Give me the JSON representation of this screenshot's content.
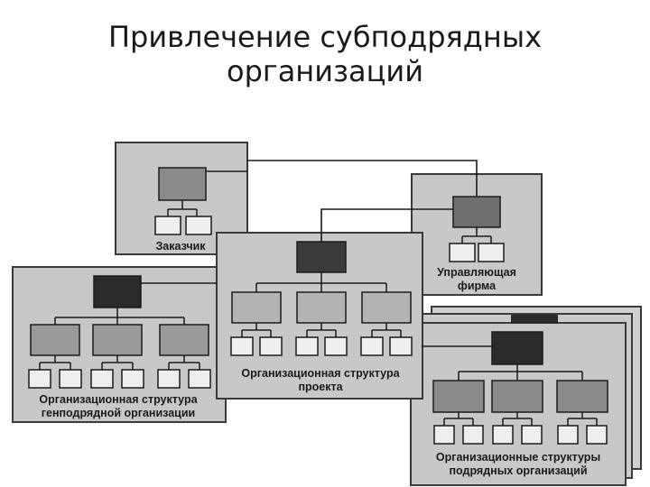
{
  "slide": {
    "title_line1": "Привлечение субподрядных",
    "title_line2": "организаций"
  },
  "diagram": {
    "customer": {
      "label": "Заказчик"
    },
    "management_firm": {
      "label_line1": "Управляющая",
      "label_line2": "фирма"
    },
    "project_structure": {
      "label_line1": "Организационная структура",
      "label_line2": "проекта"
    },
    "general_contractor": {
      "label_line1": "Организационная структура",
      "label_line2": "генподрядной организации"
    },
    "subcontractors": {
      "label_line1": "Организационные структуры",
      "label_line2": "подрядных организаций"
    }
  },
  "colors": {
    "panel": "#c8c8c8",
    "panel_border": "#3a3a3a",
    "box_light": "#9a9a9a",
    "box_medium": "#6e6e6e",
    "box_dark": "#2a2a2a",
    "line": "#1a1a1a"
  }
}
